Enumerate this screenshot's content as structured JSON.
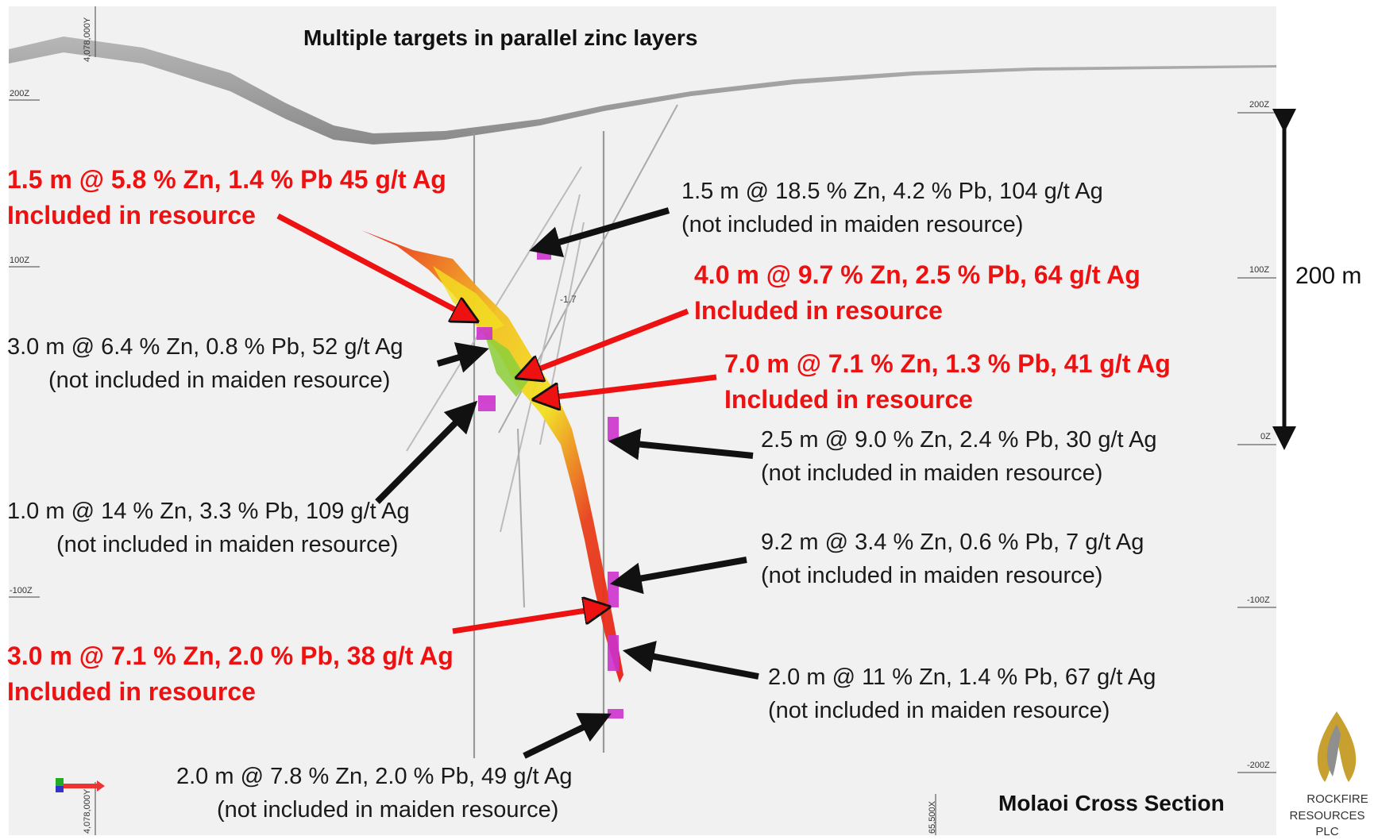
{
  "title": "Multiple targets in parallel zinc layers",
  "section_title": "Molaoi Cross Section",
  "scale_bar": "200 m",
  "company": {
    "line1": "ROCKFIRE",
    "line2": "RESOURCES PLC"
  },
  "grid": {
    "top_coord": "4,078,000Y",
    "bottom_coord": "4,078,000Y",
    "east_coord": "65,500X",
    "left_levels": [
      "200Z",
      "100Z",
      "-100Z"
    ],
    "right_levels": [
      "200Z",
      "100Z",
      "0Z",
      "-100Z",
      "-200Z"
    ]
  },
  "depth_marker": "-1.7",
  "intercepts": [
    {
      "id": "i1",
      "line1": "1.5 m @ 5.8 % Zn, 1.4 % Pb 45 g/t Ag",
      "line2": "Included in resource",
      "included": true
    },
    {
      "id": "i2",
      "line1": "1.5 m @ 18.5 % Zn, 4.2 % Pb, 104 g/t Ag",
      "line2": "(not included in maiden resource)",
      "included": false
    },
    {
      "id": "i3",
      "line1": "4.0 m @ 9.7 % Zn, 2.5 % Pb, 64 g/t Ag",
      "line2": "Included in resource",
      "included": true
    },
    {
      "id": "i4",
      "line1": "3.0 m @ 6.4 % Zn, 0.8 % Pb, 52 g/t Ag",
      "line2": "(not included in maiden resource)",
      "included": false
    },
    {
      "id": "i5",
      "line1": "7.0 m @ 7.1 % Zn, 1.3 % Pb, 41 g/t Ag",
      "line2": "Included in resource",
      "included": true
    },
    {
      "id": "i6",
      "line1": "2.5 m @ 9.0 % Zn, 2.4 % Pb, 30 g/t Ag",
      "line2": "(not included in maiden resource)",
      "included": false
    },
    {
      "id": "i7",
      "line1": "1.0 m @ 14 % Zn, 3.3 % Pb, 109 g/t Ag",
      "line2": "(not included in maiden resource)",
      "included": false
    },
    {
      "id": "i8",
      "line1": "9.2 m @ 3.4 % Zn, 0.6 % Pb, 7 g/t Ag",
      "line2": "(not included in maiden resource)",
      "included": false
    },
    {
      "id": "i9",
      "line1": "3.0 m @ 7.1 % Zn, 2.0 % Pb, 38 g/t Ag",
      "line2": "Included in resource",
      "included": true
    },
    {
      "id": "i10",
      "line1": "2.0 m @ 11 % Zn, 1.4 % Pb, 67 g/t Ag",
      "line2": "(not included in maiden resource)",
      "included": false
    },
    {
      "id": "i11",
      "line1": "2.0 m @ 7.8 % Zn, 2.0 % Pb, 49 g/t Ag",
      "line2": "(not included in maiden resource)",
      "included": false
    }
  ],
  "colors": {
    "included": "#ee1111",
    "not_included": "#111111",
    "ore_red": "#e8201a",
    "ore_yellow": "#f2e020",
    "ore_green": "#8ccf3a",
    "terrain": "#9a9a9a"
  }
}
